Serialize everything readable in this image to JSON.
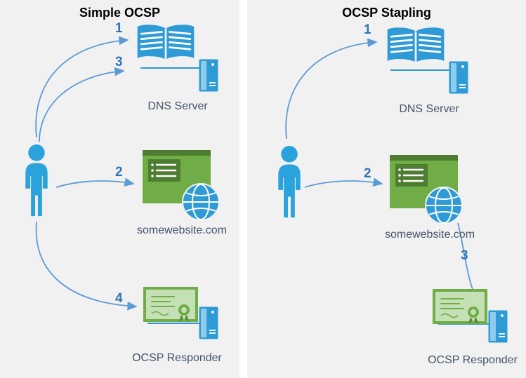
{
  "diagram": {
    "kind": "ocsp-comparison",
    "colors": {
      "panel_background": "#f1f1f2",
      "person_blue": "#2aa2dc",
      "icon_blue": "#2e9bd6",
      "arrow_blue": "#5b9bd5",
      "step_number_blue": "#2e75b6",
      "label_text": "#44546a",
      "website_green": "#70ad47",
      "title_text": "#000000"
    },
    "icons": {
      "client": "person-icon",
      "dns": "open-book-icon + server-tower-icon",
      "website": "browser-window-icon + globe-icon",
      "responder": "certificate-icon + server-tower-icon"
    },
    "panels": [
      {
        "title": "Simple OCSP",
        "nodes": {
          "dns_label": "DNS Server",
          "website_label": "somewebsite.com",
          "responder_label": "OCSP Responder"
        },
        "steps": {
          "s1": "1",
          "s2": "2",
          "s3": "3",
          "s4": "4"
        }
      },
      {
        "title": "OCSP Stapling",
        "nodes": {
          "dns_label": "DNS Server",
          "website_label": "somewebsite.com",
          "responder_label": "OCSP Responder"
        },
        "steps": {
          "s1": "1",
          "s2": "2",
          "s3": "3"
        }
      }
    ]
  }
}
